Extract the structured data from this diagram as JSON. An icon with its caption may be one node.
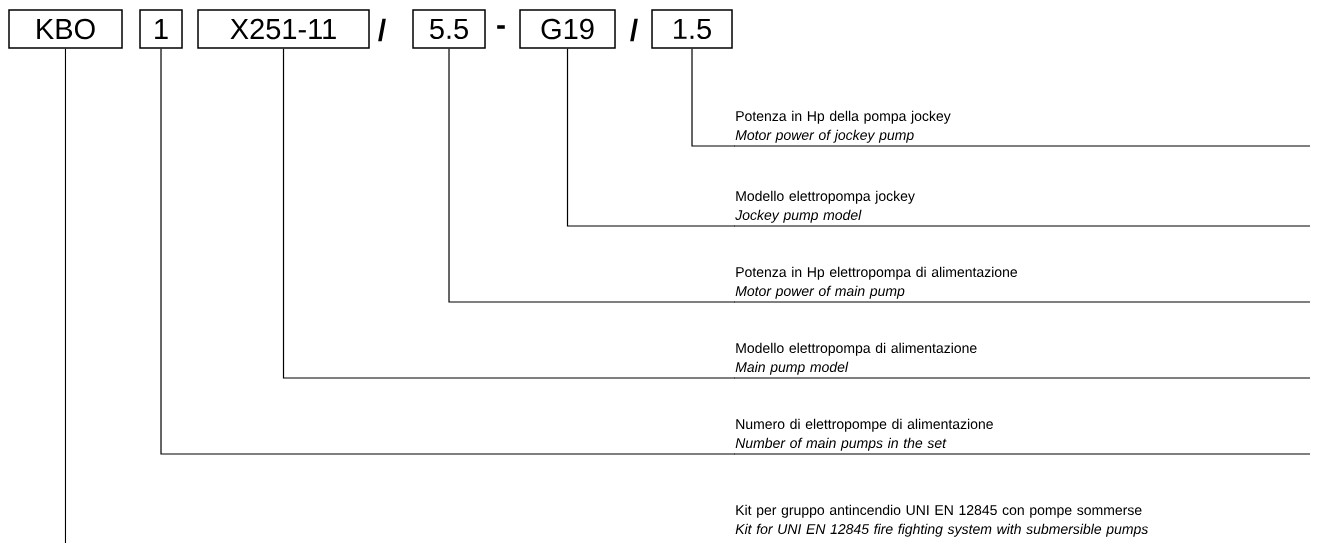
{
  "diagram": {
    "nodes": [
      {
        "text": [
          "KBO"
        ]
      },
      {
        "text": [
          "1"
        ]
      },
      {
        "text": [
          "X251-11"
        ]
      },
      {
        "text": [
          "5.5"
        ]
      },
      {
        "text": [
          "G19"
        ]
      },
      {
        "text": [
          "1.5"
        ]
      },
      {
        "text": [
          "Potenza in Hp della pompa jockey",
          "Motor power of jockey pump"
        ]
      },
      {
        "text": [
          "Modello elettropompa jockey",
          "Jockey pump model"
        ]
      },
      {
        "text": [
          "Potenza in Hp elettropompa di alimentazione",
          "Motor power of main pump"
        ]
      },
      {
        "text": [
          "Modello elettropompa di alimentazione",
          "Main pump model"
        ]
      },
      {
        "text": [
          "Numero di elettropompe di alimentazione",
          "Number of main pumps in the set"
        ]
      },
      {
        "text": [
          "Kit per gruppo antincendio UNI EN 12845 con pompe sommerse",
          "Kit for UNI EN 12845 fire fighting system with submersible pumps"
        ]
      }
    ],
    "edges": [
      {
        "from": 5,
        "to": 6,
        "arrow": "none"
      },
      {
        "from": 4,
        "to": 7,
        "arrow": "none"
      },
      {
        "from": 3,
        "to": 8,
        "arrow": "none"
      },
      {
        "from": 2,
        "to": 9,
        "arrow": "none"
      },
      {
        "from": 1,
        "to": 10,
        "arrow": "none"
      },
      {
        "from": 0,
        "to": null,
        "arrow": "none"
      }
    ],
    "labels": [
      "/",
      "-",
      "/"
    ]
  }
}
